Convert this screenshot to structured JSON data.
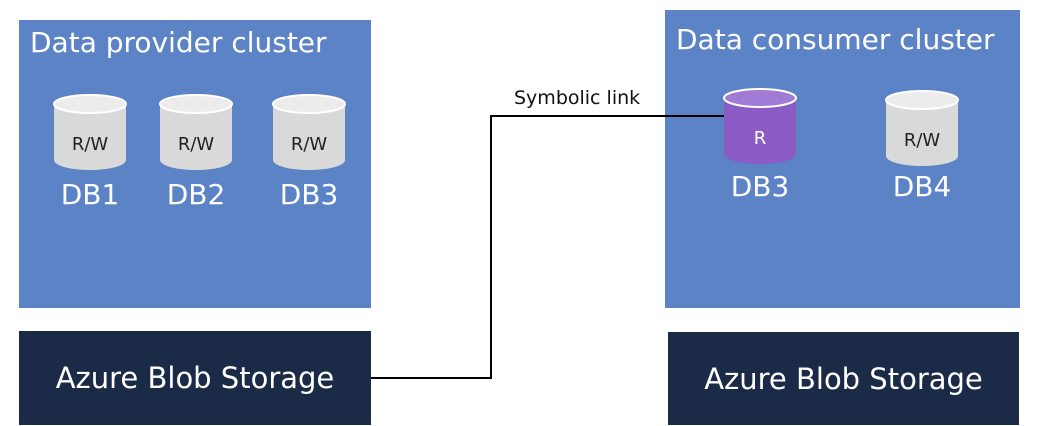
{
  "provider": {
    "title": "Data provider cluster",
    "databases": [
      {
        "name": "DB1",
        "access": "R/W"
      },
      {
        "name": "DB2",
        "access": "R/W"
      },
      {
        "name": "DB3",
        "access": "R/W"
      }
    ],
    "storage_label": "Azure Blob Storage"
  },
  "consumer": {
    "title": "Data consumer cluster",
    "databases": [
      {
        "name": "DB3",
        "access": "R",
        "color": "#8b5bc6"
      },
      {
        "name": "DB4",
        "access": "R/W"
      }
    ],
    "storage_label": "Azure Blob Storage"
  },
  "link": {
    "label": "Symbolic link"
  },
  "colors": {
    "cluster": "#5b83c5",
    "storage": "#1b2a47",
    "db_default": "#d9d9d9",
    "db_linked": "#8b5bc6"
  }
}
